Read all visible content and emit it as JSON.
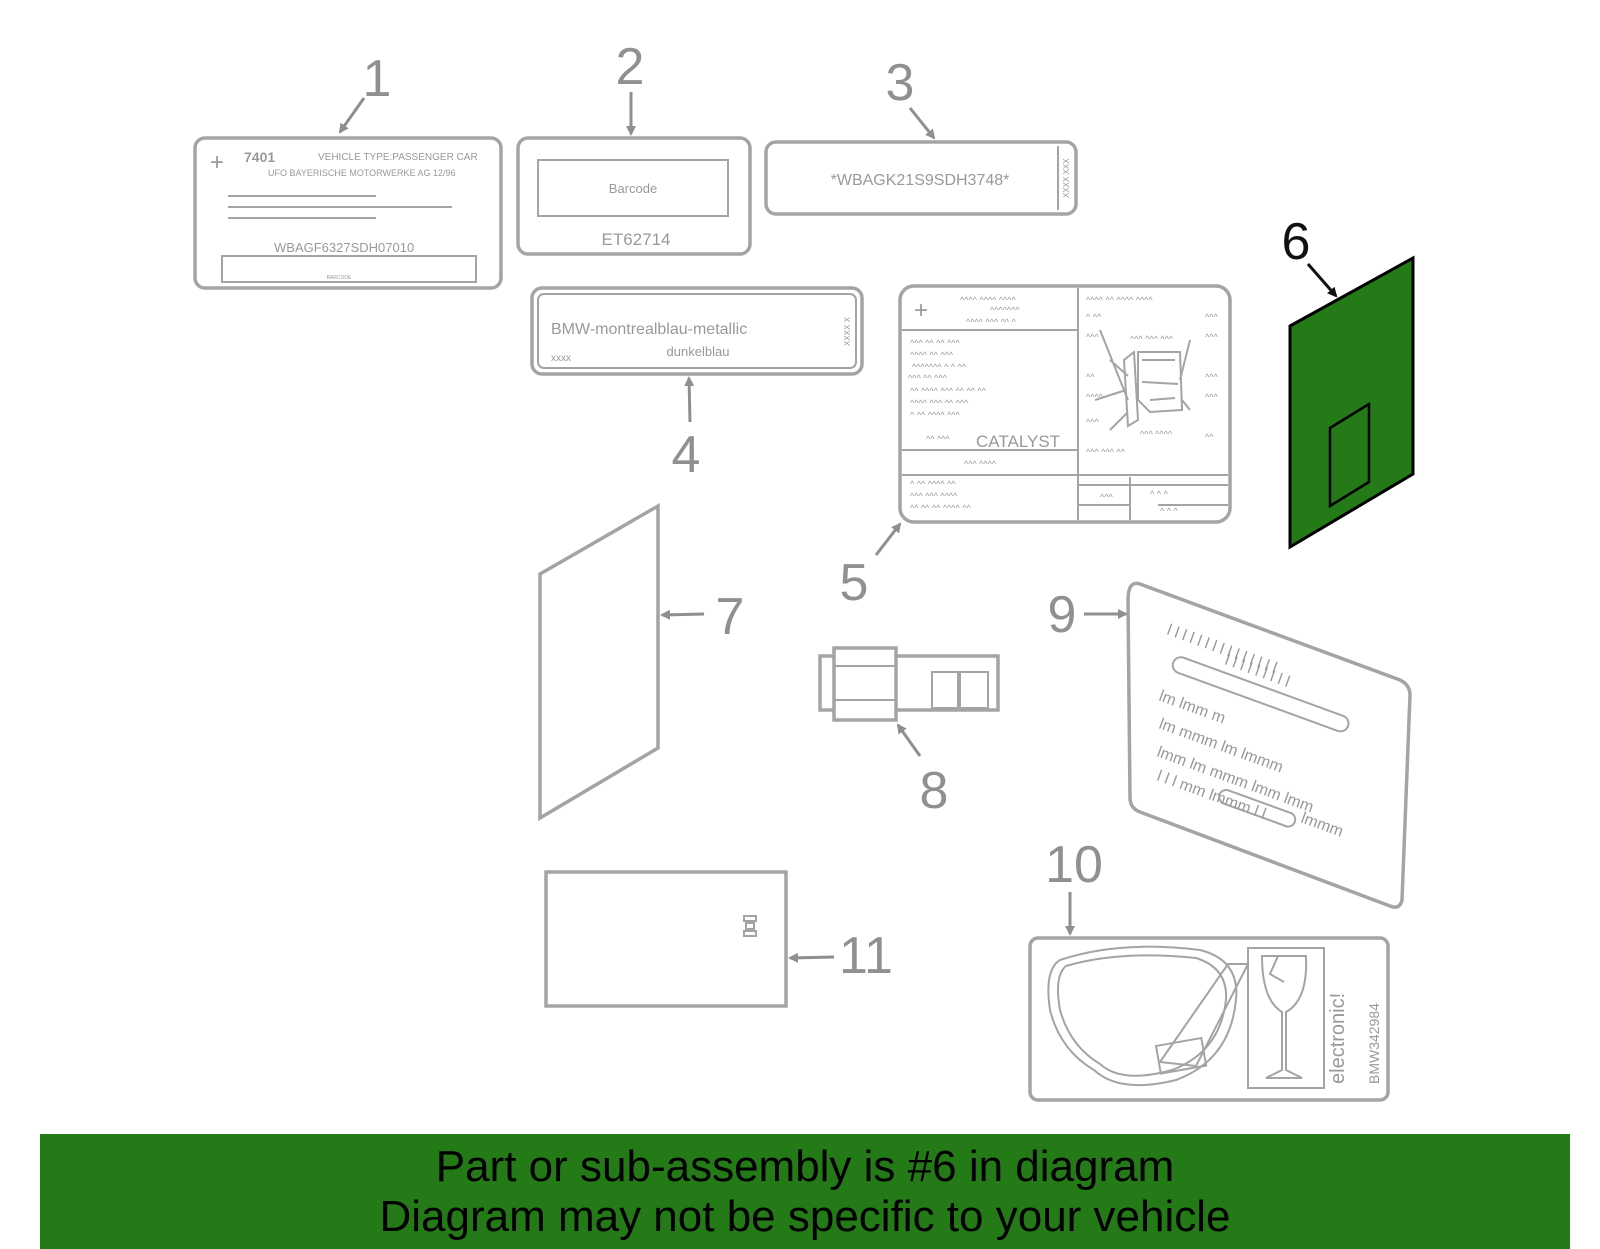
{
  "callouts": [
    "1",
    "2",
    "3",
    "4",
    "5",
    "6",
    "7",
    "8",
    "9",
    "10",
    "11"
  ],
  "highlight_color": "#237a17",
  "label1": {
    "code": "7401",
    "type": "VEHICLE TYPE:PASSENGER CAR",
    "maker": "UFO   BAYERISCHE MOTORWERKE AG   12/96",
    "vin": "WBAGF6327SDH07010",
    "barcode": "BARCODE"
  },
  "label2": {
    "barcode": "Barcode",
    "code": "ET62714"
  },
  "label3": {
    "vin": "*WBAGK21S9SDH3748*",
    "side": "XXXX XXX"
  },
  "label4": {
    "paint": "BMW-montrealblau-metallic",
    "code": "xxxx",
    "shade": "dunkelblau",
    "side": "XXXX X"
  },
  "label5": {
    "catalyst": "CATALYST"
  },
  "label10": {
    "warning": "electronic!",
    "part": "BMW342984"
  },
  "banner": {
    "line1": "Part or sub-assembly is #6 in diagram",
    "line2": "Diagram may not be specific to your vehicle"
  }
}
